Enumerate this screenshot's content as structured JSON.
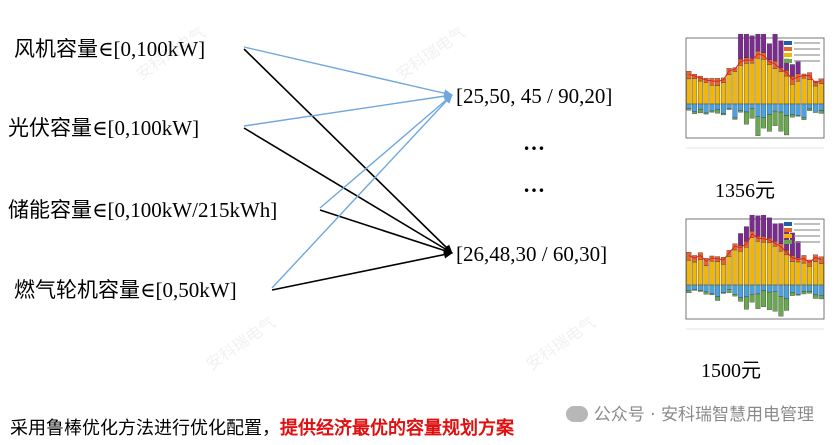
{
  "inputs": [
    {
      "label": "风机容量∈[0,100kW]"
    },
    {
      "label": "光伏容量∈[0,100kW]"
    },
    {
      "label": "储能容量∈[0,100kW/215kWh]"
    },
    {
      "label": "燃气轮机容量∈[0,50kW]"
    }
  ],
  "combos": {
    "top": "[25,50, 45 / 90,20]",
    "bottom": "[26,48,30 / 60,30]",
    "ellipsis": "…"
  },
  "results": [
    {
      "cost": "1356元"
    },
    {
      "cost": "1500元"
    }
  ],
  "footer": {
    "prefix": "采用鲁棒优化方法进行优化配置，",
    "highlight": "提供经济最优的容量规划方案"
  },
  "watermark": {
    "text": "安科瑞电气",
    "account": "公众号 · 安科瑞智慧用电管理"
  },
  "colors": {
    "arrow_black": "#000000",
    "arrow_blue": "#6fa8dc",
    "highlight": "#e01010"
  }
}
